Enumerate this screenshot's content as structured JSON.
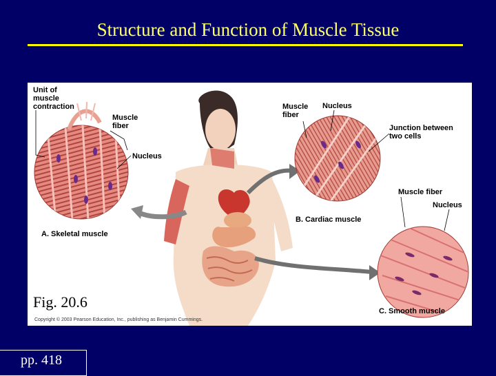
{
  "slide": {
    "title": "Structure and Function of Muscle Tissue",
    "page_ref": "pp. 418"
  },
  "figure": {
    "caption": "Fig. 20.6",
    "copyright": "Copyright © 2003 Pearson Education, Inc., publishing as Benjamin Cummings.",
    "skeletal": {
      "label": "A. Skeletal muscle",
      "unit_line1": "Unit of",
      "unit_line2": "muscle",
      "unit_line3": "contraction",
      "fiber_line1": "Muscle",
      "fiber_line2": "fiber",
      "nucleus": "Nucleus"
    },
    "cardiac": {
      "label": "B. Cardiac muscle",
      "fiber_line1": "Muscle",
      "fiber_line2": "fiber",
      "nucleus": "Nucleus",
      "junction_line1": "Junction between",
      "junction_line2": "two cells"
    },
    "smooth": {
      "label": "C. Smooth muscle",
      "fiber": "Muscle fiber",
      "nucleus": "Nucleus"
    }
  },
  "colors": {
    "background": "#000066",
    "title": "#ffff66",
    "rule": "#ffff00",
    "muscle": "#e07a72",
    "nucleus": "#6a2a8a"
  }
}
